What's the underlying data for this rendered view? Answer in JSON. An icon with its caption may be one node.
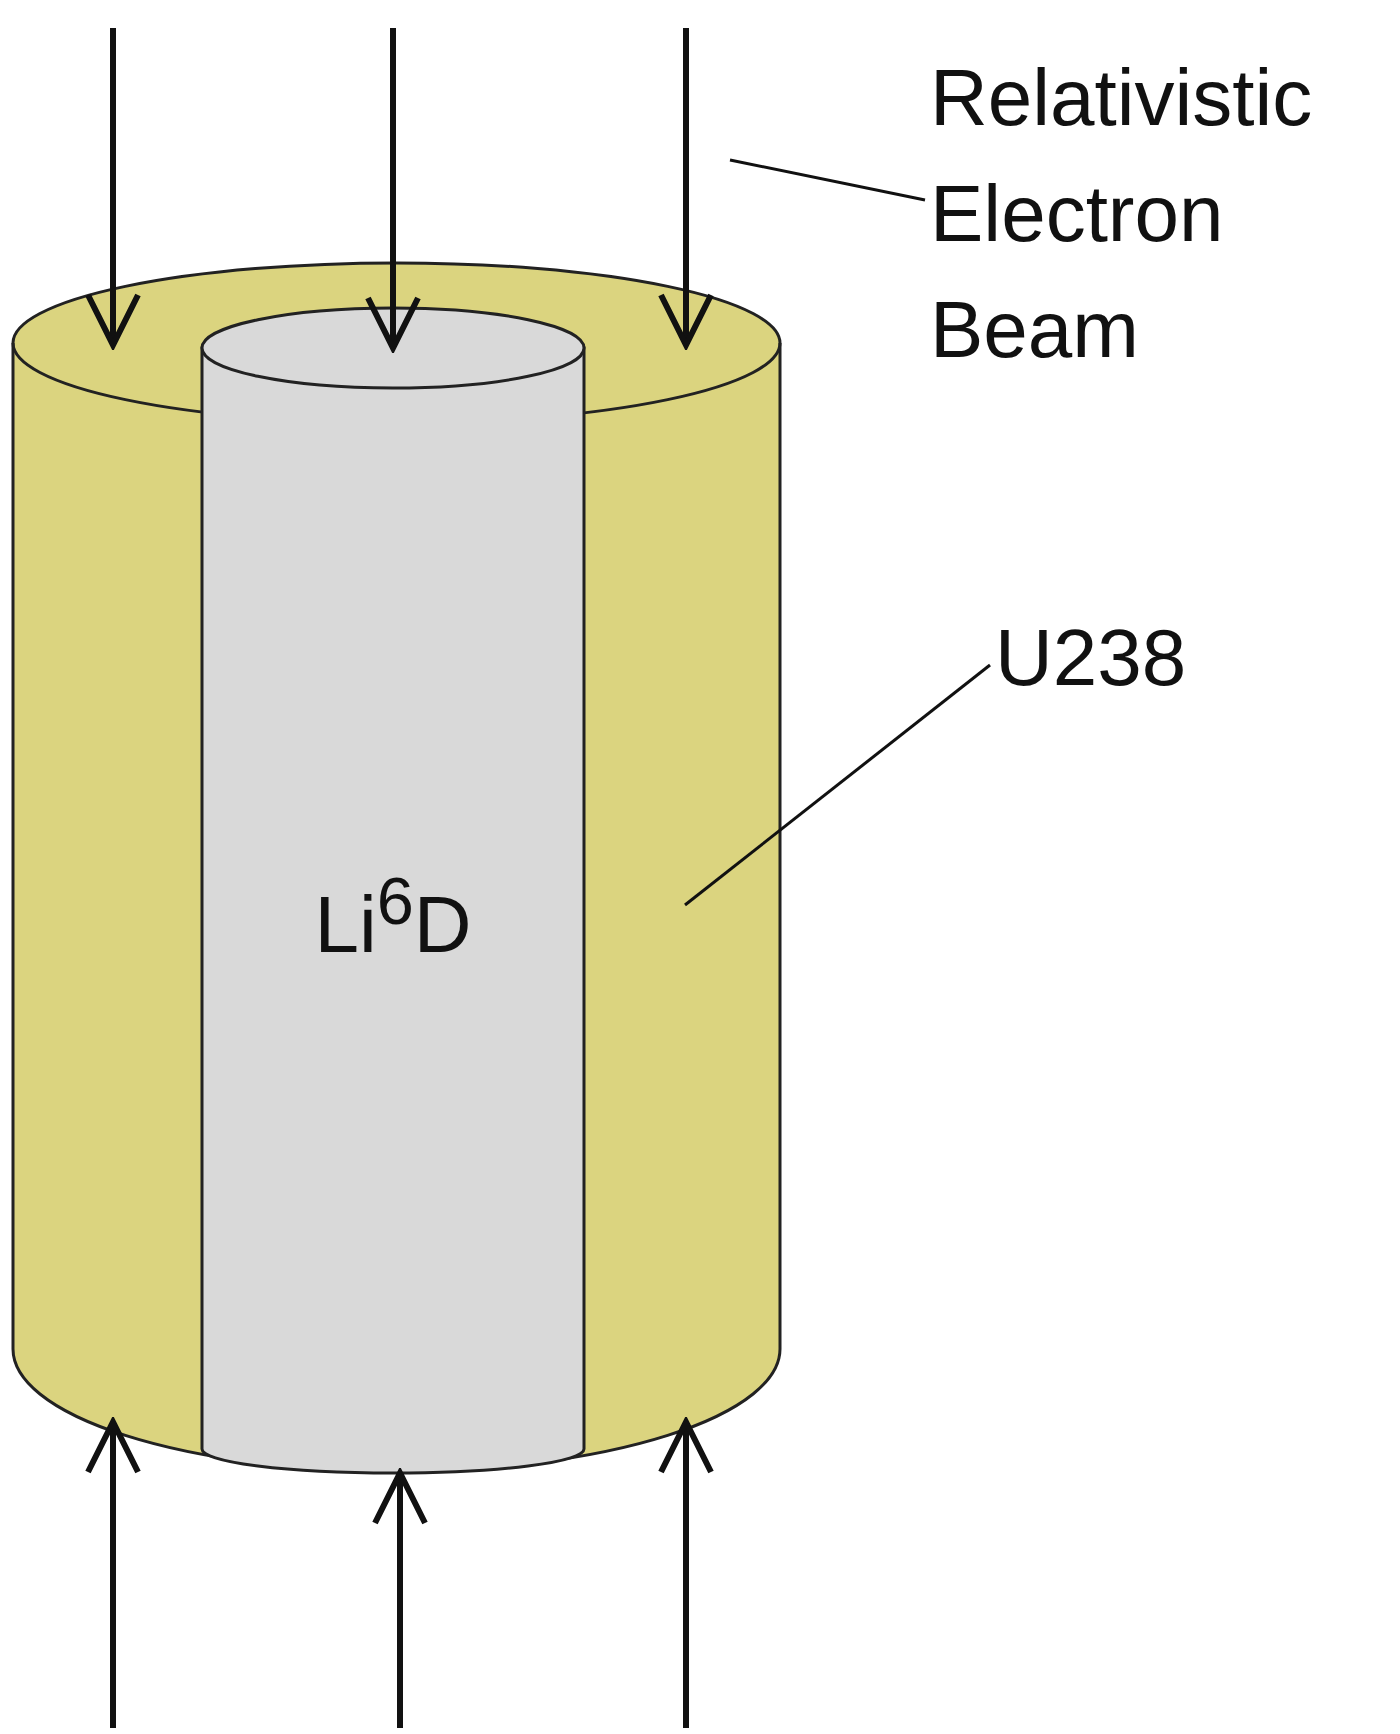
{
  "diagram": {
    "nodes": [
      {
        "text": [
          "Relativistic Electron Beam"
        ]
      },
      {
        "text": [
          "U238"
        ]
      },
      {
        "text": [],
        "shape": "cylinder"
      },
      {
        "text": [
          "Li$^{6}$D"
        ],
        "in": 2
      }
    ],
    "edges": [
      {
        "from": 0,
        "to": null,
        "arrow": "none"
      },
      {
        "from": null,
        "to": 2,
        "arrow": "to"
      },
      {
        "from": null,
        "to": 3,
        "arrow": "to"
      },
      {
        "from": null,
        "to": 2,
        "arrow": "to"
      },
      {
        "from": 1,
        "to": 2,
        "arrow": "none"
      },
      {
        "from": null,
        "to": 2,
        "arrow": "to"
      },
      {
        "from": null,
        "to": 3,
        "arrow": "to"
      },
      {
        "from": null,
        "to": 2,
        "arrow": "to"
      }
    ]
  }
}
